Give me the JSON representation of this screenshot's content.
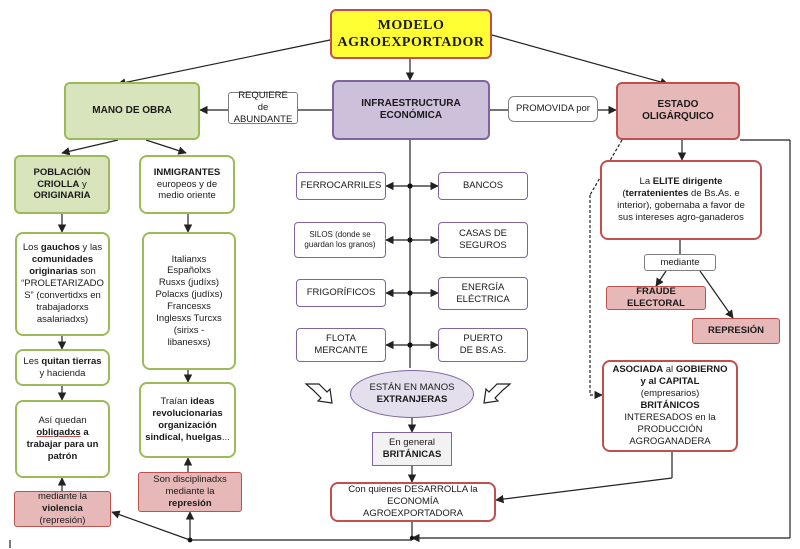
{
  "diagram": {
    "title": "MODELO AGROEXPORTADOR",
    "mano_de_obra": {
      "title": "MANO DE OBRA",
      "requiere": "REQUIERE de ABUNDANTE",
      "criolla": {
        "b1": "POBLACIÓN CRIOLLA",
        "n1": " y ",
        "b2": "ORIGINARIA"
      },
      "gauchos": {
        "t1": "Los ",
        "b1": "gauchos",
        "t2": " y las ",
        "b2": "comunidades originarias",
        "t3": " son “PROLETARIZADO S” (convertidxs en trabajadorxs asalariadxs)"
      },
      "quitan": {
        "t1": "Les ",
        "b1": "quitan tierras",
        "t2": " y hacienda"
      },
      "quedan": {
        "t1": "Así quedan ",
        "b1": "obligadxs",
        "b2": " a trabajar para un patrón"
      },
      "violencia": {
        "t1": "mediante la ",
        "b1": "violencia",
        "t2": " (represión)"
      },
      "inmigrantes": {
        "b1": "INMIGRANTES",
        "t1": " europeos y de medio oriente"
      },
      "origenes": "Italianxs Españolxs Rusxs (judíxs) Polacxs (judíxs) Francesxs Inglesxs Turcxs (sirixs - libanesxs)",
      "ideas": {
        "t1": "Traían ",
        "b1": "ideas revolucionarias organización sindical, huelgas",
        "t2": "..."
      },
      "disciplina": {
        "t1": "Son disciplinadxs mediante la ",
        "b1": "represión"
      }
    },
    "infraestructura": {
      "title": "INFRAESTRUCTURA ECONÓMICA",
      "items": [
        "FERROCARRILES",
        "BANCOS",
        "SILOS (donde se guardan los granos)",
        "CASAS DE SEGUROS",
        "FRIGORÍFICOS",
        "ENERGÍA ELÉCTRICA",
        "FLOTA MERCANTE",
        "PUERTO DE BS.AS."
      ],
      "manos": {
        "t1": "ESTÁN EN MANOS",
        "b1": "EXTRANJERAS"
      },
      "britanicas": {
        "t1": "En general",
        "b1": "BRITÁNICAS"
      },
      "desarrolla": "Con quienes DESARROLLA la ECONOMÍA AGROEXPORTADORA"
    },
    "estado": {
      "title": "ESTADO OLIGÁRQUICO",
      "promovida": "PROMOVIDA por",
      "elite": {
        "t1": "La ",
        "b1": "ELITE dirigente",
        "t2": " (",
        "b2": "terratenientes",
        "t3": " de Bs.As. e interior), gobernaba a favor de sus intereses agro-ganaderos"
      },
      "mediante": "mediante",
      "fraude": "FRAUDE ELECTORAL",
      "represion": "REPRESIÓN",
      "asociada": {
        "b1": "ASOCIADA",
        "t1": " al ",
        "b2": "GOBIERNO y al CAPITAL",
        "t2": " (empresarios) ",
        "b3": "BRITÁNICOS",
        "t3": " INTERESADOS en la PRODUCCIÓN AGROGANADERA"
      }
    }
  }
}
